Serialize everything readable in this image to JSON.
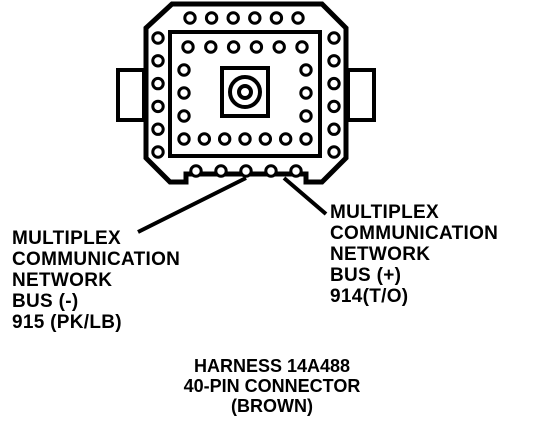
{
  "connector": {
    "outer_top_pins": 6,
    "outer_side_pins": 6,
    "outer_bottom_pins": 5,
    "inner_top_pins": 6,
    "inner_bottom_pins": 7,
    "inner_side_pins": 3
  },
  "left_callout": {
    "line1": "MULTIPLEX",
    "line2": "COMMUNICATION",
    "line3": "NETWORK",
    "line4": "BUS (-)",
    "line5": "915 (PK/LB)"
  },
  "right_callout": {
    "line1": "MULTIPLEX",
    "line2": "COMMUNICATION",
    "line3": "NETWORK",
    "line4": "BUS (+)",
    "line5": "914(T/O)"
  },
  "caption": {
    "line1": "HARNESS 14A488",
    "line2": "40-PIN CONNECTOR",
    "line3": "(BROWN)"
  }
}
